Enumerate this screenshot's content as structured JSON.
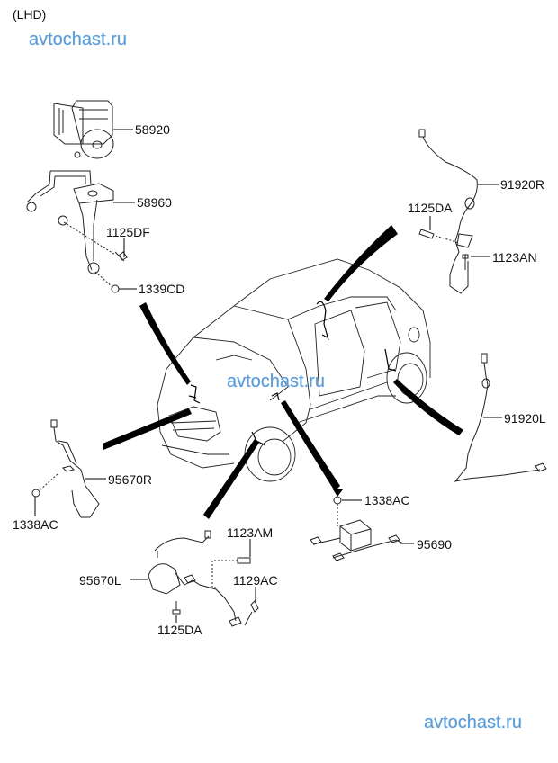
{
  "header": {
    "variant": "(LHD)"
  },
  "watermarks": {
    "top": "avtochast.ru",
    "middle": "avtochast.ru",
    "bottom": "avtochast.ru"
  },
  "colors": {
    "watermark": "#5b9bd5",
    "line": "#111111",
    "leader": "#000000"
  },
  "parts": [
    {
      "id": "58920",
      "description": "hydraulic-unit"
    },
    {
      "id": "58960",
      "description": "bracket"
    },
    {
      "id": "1125DF",
      "description": "bolt"
    },
    {
      "id": "1339CD",
      "description": "nut"
    },
    {
      "id": "1125DA",
      "description": "bolt-rear"
    },
    {
      "id": "91920R",
      "description": "wheel-speed-sensor-cable-rear-right"
    },
    {
      "id": "1123AN",
      "description": "bolt-rear-sensor"
    },
    {
      "id": "91920L",
      "description": "wheel-speed-sensor-cable-rear-left"
    },
    {
      "id": "95670R",
      "description": "front-right-wheel-sensor"
    },
    {
      "id": "1338AC",
      "description": "nut-front"
    },
    {
      "id": "1123AM",
      "description": "bolt-front-sensor"
    },
    {
      "id": "95670L",
      "description": "front-left-wheel-sensor"
    },
    {
      "id": "1129AC",
      "description": "screw"
    },
    {
      "id": "1125DA",
      "description": "bolt-front"
    },
    {
      "id": "1338AC",
      "description": "nut-sensor-unit"
    },
    {
      "id": "95690",
      "description": "yaw-rate-sensor"
    }
  ]
}
